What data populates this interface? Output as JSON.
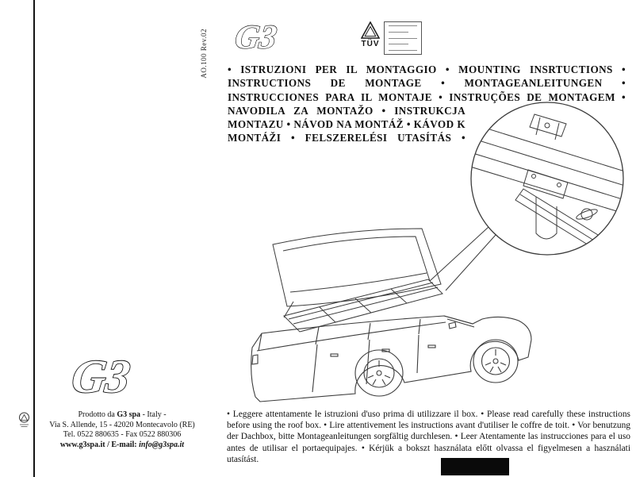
{
  "meta": {
    "doc_code": "AO.100 Rev.02"
  },
  "brand": {
    "logo_text": "G3",
    "tuv_label": "TÜV"
  },
  "heading": {
    "lines": [
      "• ISTRUZIONI PER IL MONTAGGIO • MOUNTING INSRTUCTIONS •",
      "INSTRUCTIONS DE MONTAGE • MONTAGEANLEITUNGEN •",
      "INSTRUCCIONES PARA IL MONTAJE • INSTRUÇÕES DE MONTAGEM •",
      "NAVODILA ZA MONTAŽO • INSTRUKCJA",
      "MONTAZU • NÁVOD NA MONTÁŽ • KÁVOD K",
      "MONTÁŽI • FELSZERELÉSI UTASÍTÁS •"
    ]
  },
  "footer": {
    "address": {
      "line1_prefix": "Prodotto da ",
      "line1_bold": "G3 spa",
      "line1_suffix": " - Italy -",
      "line2": "Via S. Allende, 15 - 42020 Montecavolo (RE)",
      "line3": "Tel. 0522 880635 - Fax 0522 880306",
      "line4_site": "www.g3spa.it",
      "line4_sep": " / E-mail: ",
      "line4_email": "info@g3spa.it"
    },
    "notice": "• Leggere attentamente le istruzioni d'uso prima di utilizzare il box. • Please read carefully these instructions before using the roof box. • Lire attentivement les instructions avant d'utiliser le coffre de toit. • Vor benutzung der Dachbox, bitte Montageanleitungen sorgfältig durchlesen. • Leer Atentamente las instrucciones para el uso antes de utilisar el portaequipajes. • Kérjük a bokszt használata előtt olvassa el figyelmesen a használati utasítást."
  }
}
